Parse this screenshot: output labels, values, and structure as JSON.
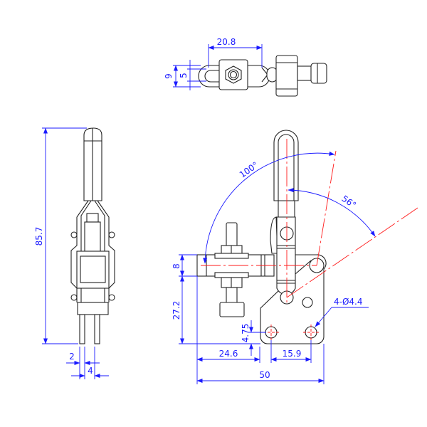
{
  "drawing": {
    "top_view": {
      "dim_width": "20.8",
      "dim_outer_height": "9",
      "dim_slot_height": "5"
    },
    "side_view": {
      "dim_total_height": "85.7",
      "dim_prong_width": "2",
      "dim_prong_gap": "4"
    },
    "front_view": {
      "dim_open_angle": "100°",
      "dim_handle_angle": "56°",
      "dim_bar_height": "8",
      "dim_bar_elevation": "27.2",
      "dim_hole_offset": "4.75",
      "dim_bar_offset": "24.6",
      "dim_hole_spacing": "15.9",
      "dim_total_length": "50",
      "hole_callout": "4-Ø4.4"
    }
  },
  "colors": {
    "outline": "#222222",
    "dimension": "#1a1aff",
    "centerline": "#ff1a1a"
  }
}
